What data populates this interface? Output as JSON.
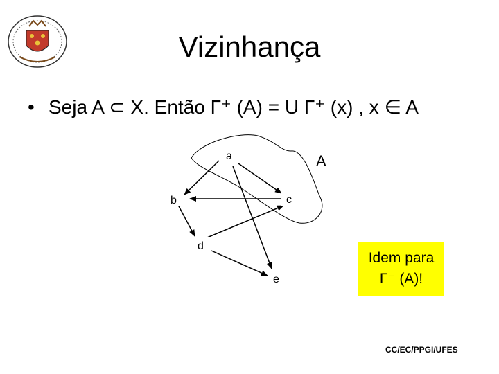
{
  "slide": {
    "title": "Vizinhança",
    "bullet": "Seja A ⊂ X. Então Γ⁺ (A) = U Γ⁺ (x) , x ∈ A",
    "bullet_marker": "•"
  },
  "diagram": {
    "set_label": "A",
    "nodes": [
      "a",
      "b",
      "c",
      "d",
      "e"
    ],
    "edges": [
      [
        "a",
        "c"
      ],
      [
        "a",
        "b"
      ],
      [
        "a",
        "e"
      ],
      [
        "c",
        "b"
      ],
      [
        "b",
        "d"
      ],
      [
        "d",
        "c"
      ],
      [
        "d",
        "e"
      ]
    ]
  },
  "note": {
    "line1": "Idem para",
    "line2": "Γ⁻ (A)!",
    "color": "#ffff00"
  },
  "footer": "CC/EC/PPGI/UFES"
}
